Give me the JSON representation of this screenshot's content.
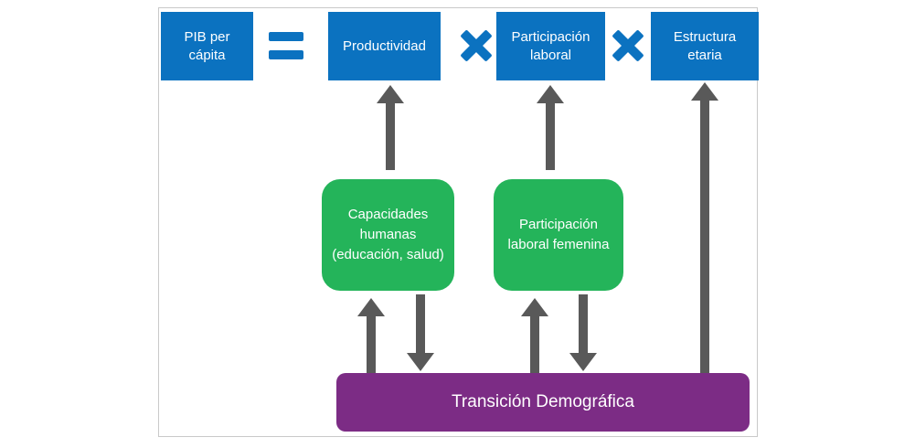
{
  "equation": {
    "pib": "PIB per cápita",
    "equals": "=",
    "productividad": "Productividad",
    "multiply": "×",
    "participacion_laboral": "Participación laboral",
    "estructura_etaria": "Estructura etaria"
  },
  "drivers": {
    "capacidades_humanas": "Capacidades humanas (educación, salud)",
    "participacion_laboral_femenina": "Participación laboral femenina"
  },
  "foundation": {
    "transicion_demografica": "Transición Demográfica"
  },
  "colors": {
    "blue": "#0b72c0",
    "green": "#24b45a",
    "purple": "#7c2c85",
    "arrow_gray": "#595959",
    "frame_border": "#c9c9c9"
  }
}
